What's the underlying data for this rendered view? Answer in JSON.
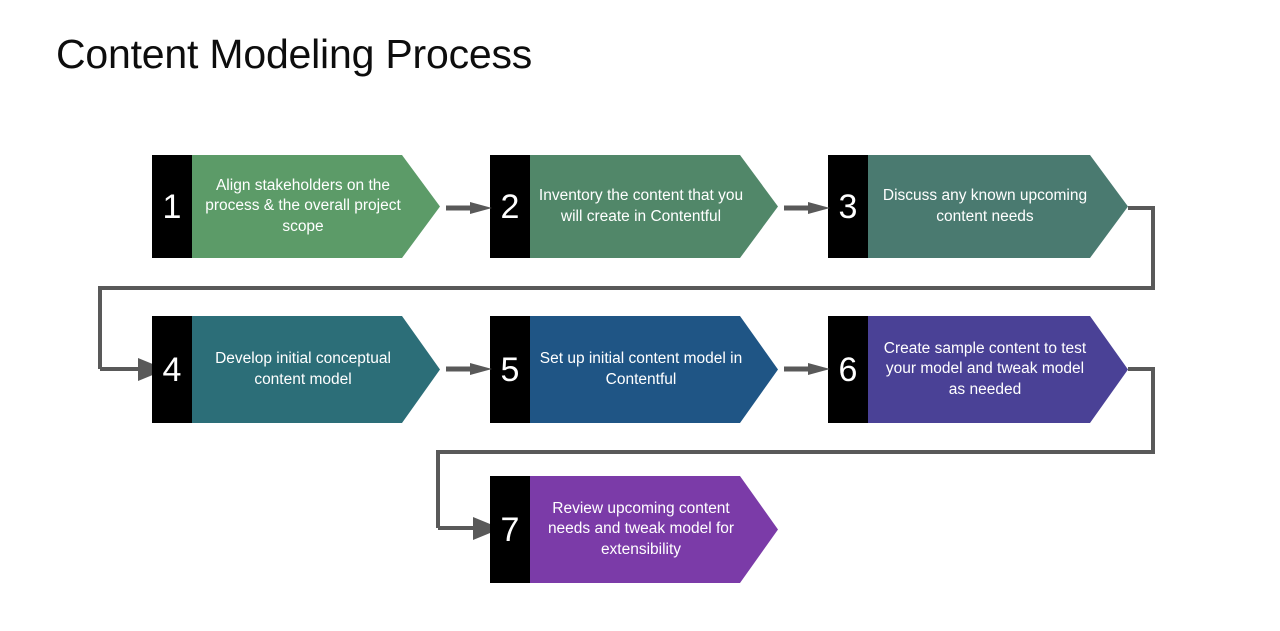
{
  "page": {
    "title": "Content Modeling Process",
    "background": "#ffffff",
    "title_color": "#0d0d0d",
    "connector_color": "#595959",
    "number_block_color": "#000000",
    "number_text_color": "#ffffff",
    "step_text_color": "#ffffff"
  },
  "diagram": {
    "type": "process-flow",
    "orientation": "left-to-right, wrapping",
    "step_count": 7,
    "steps": [
      {
        "number": "1",
        "label": "Align stakeholders on the process & the overall project scope",
        "color": "#5c9b68",
        "row": 1,
        "col": 1
      },
      {
        "number": "2",
        "label": "Inventory the content that you will create in Contentful",
        "color": "#518769",
        "row": 1,
        "col": 2
      },
      {
        "number": "3",
        "label": "Discuss any known upcoming content needs",
        "color": "#4a7a70",
        "row": 1,
        "col": 3
      },
      {
        "number": "4",
        "label": "Develop initial conceptual content model",
        "color": "#2c6e78",
        "row": 2,
        "col": 1
      },
      {
        "number": "5",
        "label": "Set up initial content model in Contentful",
        "color": "#1f5585",
        "row": 2,
        "col": 2
      },
      {
        "number": "6",
        "label": "Create sample content to test your model and tweak model as needed",
        "color": "#4a4196",
        "row": 2,
        "col": 3
      },
      {
        "number": "7",
        "label": "Review upcoming content needs and tweak model for extensibility",
        "color": "#7b3ba8",
        "row": 3,
        "col": 2
      }
    ],
    "connectors": [
      {
        "from": "1",
        "to": "2",
        "kind": "straight-arrow"
      },
      {
        "from": "2",
        "to": "3",
        "kind": "straight-arrow"
      },
      {
        "from": "3",
        "to": "4",
        "kind": "wrap-arrow"
      },
      {
        "from": "4",
        "to": "5",
        "kind": "straight-arrow"
      },
      {
        "from": "5",
        "to": "6",
        "kind": "straight-arrow"
      },
      {
        "from": "6",
        "to": "7",
        "kind": "wrap-arrow"
      }
    ]
  }
}
